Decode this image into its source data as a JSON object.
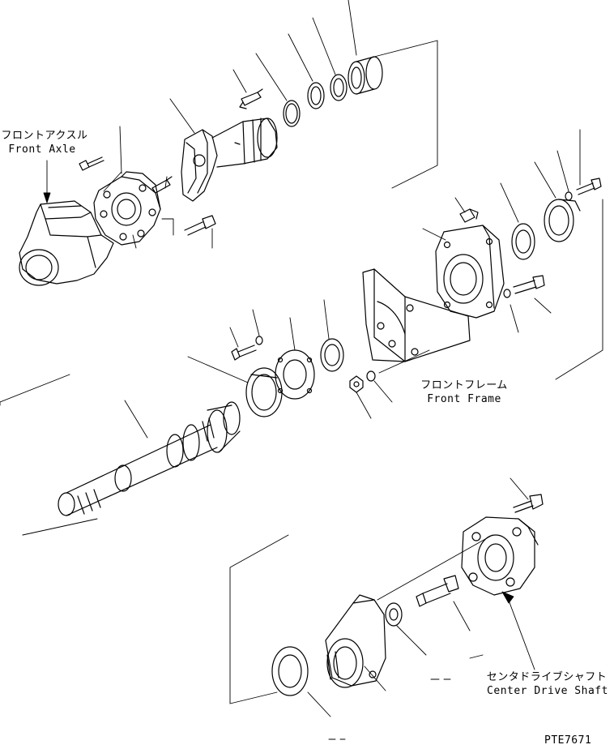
{
  "labels": {
    "front_axle_jp": "フロントアクスル",
    "front_axle_en": "Front Axle",
    "front_frame_jp": "フロントフレーム",
    "front_frame_en": "Front Frame",
    "center_drive_shaft_jp": "センタドライブシャフト",
    "center_drive_shaft_en": "Center Drive Shaft",
    "drawing_code": "PTE7671"
  }
}
